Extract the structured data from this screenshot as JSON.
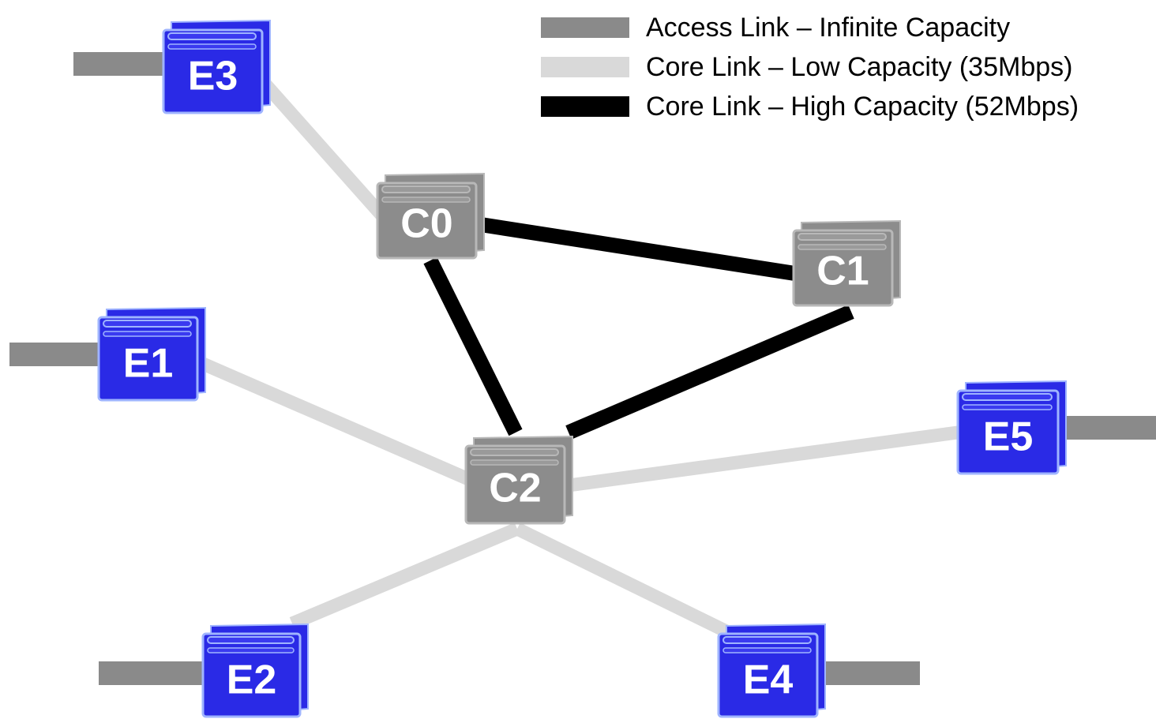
{
  "legend": {
    "items": [
      {
        "label": "Access Link – Infinite Capacity",
        "color": "#8a8a8a"
      },
      {
        "label": "Core Link – Low Capacity (35Mbps)",
        "color": "#d9d9d9"
      },
      {
        "label": "Core Link – High Capacity (52Mbps)",
        "color": "#000000"
      }
    ]
  },
  "nodes": [
    {
      "id": "E3",
      "label": "E3",
      "kind": "edge"
    },
    {
      "id": "C0",
      "label": "C0",
      "kind": "core"
    },
    {
      "id": "C1",
      "label": "C1",
      "kind": "core"
    },
    {
      "id": "E1",
      "label": "E1",
      "kind": "edge"
    },
    {
      "id": "C2",
      "label": "C2",
      "kind": "core"
    },
    {
      "id": "E5",
      "label": "E5",
      "kind": "edge"
    },
    {
      "id": "E2",
      "label": "E2",
      "kind": "edge"
    },
    {
      "id": "E4",
      "label": "E4",
      "kind": "edge"
    }
  ],
  "links": [
    {
      "from": "C0",
      "to": "C1",
      "type": "high"
    },
    {
      "from": "C0",
      "to": "C2",
      "type": "high"
    },
    {
      "from": "C1",
      "to": "C2",
      "type": "high"
    },
    {
      "from": "E3",
      "to": "C0",
      "type": "low"
    },
    {
      "from": "E1",
      "to": "C2",
      "type": "low"
    },
    {
      "from": "E5",
      "to": "C2",
      "type": "low"
    },
    {
      "from": "E2",
      "to": "C2",
      "type": "low"
    },
    {
      "from": "E4",
      "to": "C2",
      "type": "low"
    }
  ],
  "access_links": [
    "E3",
    "E1",
    "E5",
    "E2",
    "E4"
  ],
  "colors": {
    "edge_router": "#2a2ae6",
    "core_router": "#8c8c8c",
    "access_link": "#8a8a8a",
    "low_link": "#d9d9d9",
    "high_link": "#000000"
  }
}
